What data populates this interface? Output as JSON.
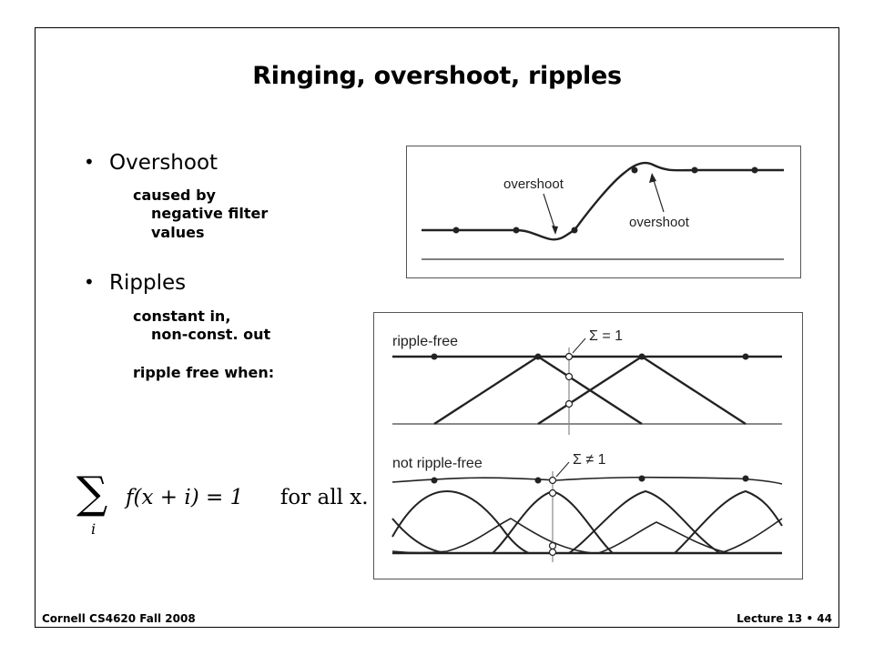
{
  "slide": {
    "title": "Ringing, overshoot, ripples",
    "footer_left": "Cornell CS4620 Fall 2008",
    "footer_right": "Lecture 13 • 44"
  },
  "bullets": [
    {
      "heading": "Overshoot",
      "lines": [
        "caused by",
        "negative filter",
        "values"
      ]
    },
    {
      "heading": "Ripples",
      "lines": [
        "constant in,",
        "non-const. out"
      ],
      "extra": "ripple free when:"
    }
  ],
  "formula": {
    "sum_symbol": "∑",
    "index": "i",
    "expression": "f(x + i) = 1",
    "condition": "for all x."
  },
  "figure_overshoot": {
    "label_left": "overshoot",
    "label_right": "overshoot"
  },
  "figure_ripples": {
    "top_label": "ripple-free",
    "top_sum": "Σ = 1",
    "bottom_label": "not ripple-free",
    "bottom_sum": "Σ ≠ 1"
  }
}
